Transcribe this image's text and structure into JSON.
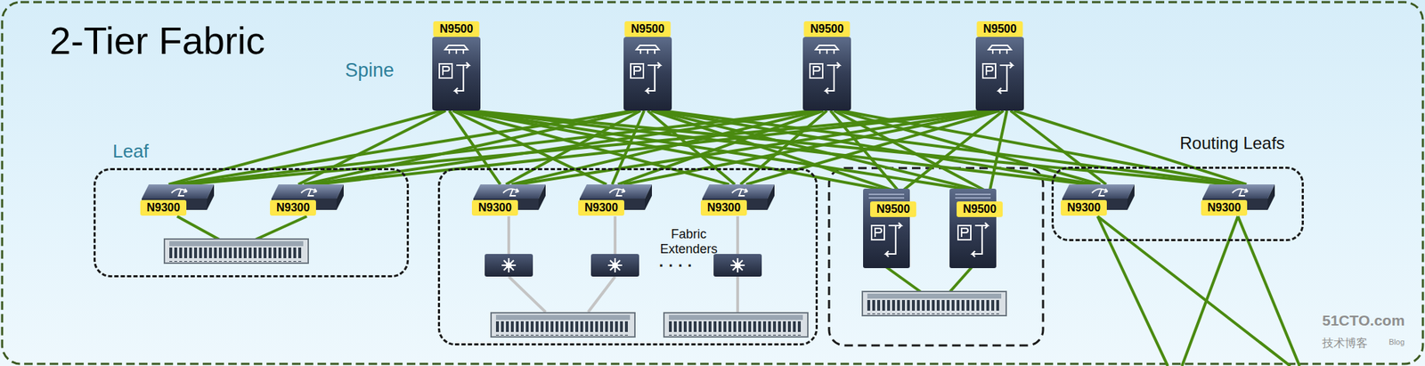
{
  "diagram": {
    "title": "2-Tier Fabric",
    "nodes": [
      {
        "text": [
          "N9500"
        ]
      },
      {
        "text": [
          "N9500"
        ]
      },
      {
        "text": [
          "N9500"
        ]
      },
      {
        "text": [
          "N9500"
        ]
      },
      {
        "text": [
          "Leaf"
        ]
      },
      {
        "text": [
          "N9300"
        ],
        "in": 4
      },
      {
        "text": [
          "N9300"
        ],
        "in": 4
      },
      {
        "text": [
          "Fabric Extenders"
        ]
      },
      {
        "text": [
          "N9300"
        ],
        "in": 7
      },
      {
        "text": [
          "N9300"
        ],
        "in": 7
      },
      {
        "text": [
          "N9300"
        ],
        "in": 7
      },
      {
        "text": [
          "N9500"
        ]
      },
      {
        "text": [
          "N9500"
        ]
      },
      {
        "text": [
          "Routing Leafs"
        ]
      },
      {
        "text": [
          "N9300"
        ],
        "in": 13
      },
      {
        "text": [
          "N9300"
        ],
        "in": 13
      }
    ],
    "edges": [
      {
        "from": 0,
        "to": 5,
        "arrow": "none"
      },
      {
        "from": 0,
        "to": 6,
        "arrow": "none"
      },
      {
        "from": 0,
        "to": 8,
        "arrow": "none"
      },
      {
        "from": 0,
        "to": 9,
        "arrow": "none"
      },
      {
        "from": 0,
        "to": 10,
        "arrow": "none"
      },
      {
        "from": 0,
        "to": 11,
        "arrow": "none"
      },
      {
        "from": 0,
        "to": 12,
        "arrow": "none"
      },
      {
        "from": 0,
        "to": 14,
        "arrow": "none"
      },
      {
        "from": 0,
        "to": 15,
        "arrow": "none"
      },
      {
        "from": 1,
        "to": 5,
        "arrow": "none"
      },
      {
        "from": 1,
        "to": 6,
        "arrow": "none"
      },
      {
        "from": 1,
        "to": 8,
        "arrow": "none"
      },
      {
        "from": 1,
        "to": 9,
        "arrow": "none"
      },
      {
        "from": 1,
        "to": 10,
        "arrow": "none"
      },
      {
        "from": 1,
        "to": 11,
        "arrow": "none"
      },
      {
        "from": 1,
        "to": 12,
        "arrow": "none"
      },
      {
        "from": 1,
        "to": 14,
        "arrow": "none"
      },
      {
        "from": 1,
        "to": 15,
        "arrow": "none"
      },
      {
        "from": 2,
        "to": 5,
        "arrow": "none"
      },
      {
        "from": 2,
        "to": 6,
        "arrow": "none"
      },
      {
        "from": 2,
        "to": 8,
        "arrow": "none"
      },
      {
        "from": 2,
        "to": 9,
        "arrow": "none"
      },
      {
        "from": 2,
        "to": 10,
        "arrow": "none"
      },
      {
        "from": 2,
        "to": 11,
        "arrow": "none"
      },
      {
        "from": 2,
        "to": 12,
        "arrow": "none"
      },
      {
        "from": 2,
        "to": 14,
        "arrow": "none"
      },
      {
        "from": 2,
        "to": 15,
        "arrow": "none"
      },
      {
        "from": 3,
        "to": 5,
        "arrow": "none"
      },
      {
        "from": 3,
        "to": 6,
        "arrow": "none"
      },
      {
        "from": 3,
        "to": 8,
        "arrow": "none"
      },
      {
        "from": 3,
        "to": 9,
        "arrow": "none"
      },
      {
        "from": 3,
        "to": 10,
        "arrow": "none"
      },
      {
        "from": 3,
        "to": 11,
        "arrow": "none"
      },
      {
        "from": 3,
        "to": 12,
        "arrow": "none"
      },
      {
        "from": 3,
        "to": 14,
        "arrow": "none"
      },
      {
        "from": 3,
        "to": 15,
        "arrow": "none"
      }
    ],
    "labels": [
      "Spine",
      "· · · ·",
      "51CTO.com",
      "技术博客",
      "Blog"
    ]
  }
}
